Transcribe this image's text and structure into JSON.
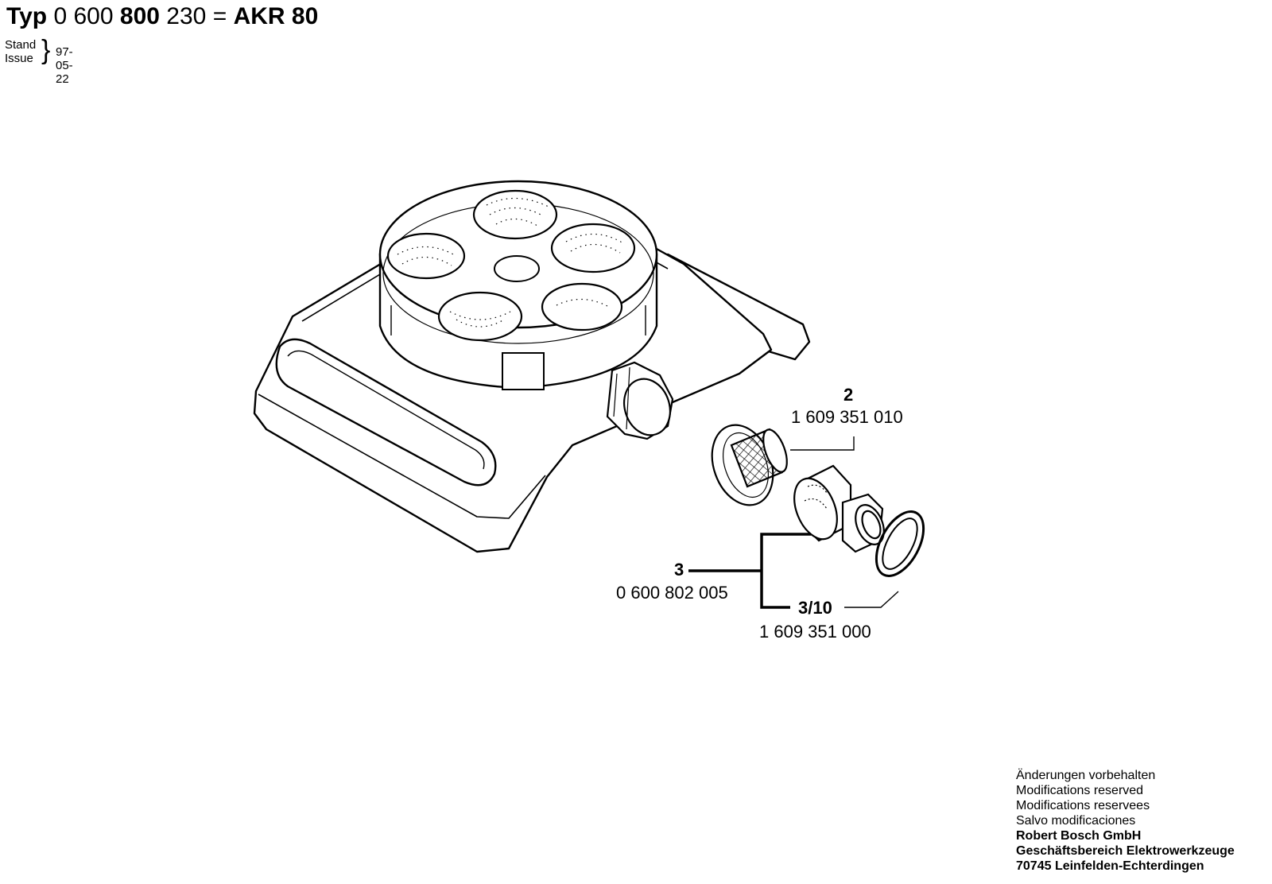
{
  "header": {
    "typ": "Typ",
    "n1": "0",
    "n2": "600",
    "n3": "800",
    "n4": "230",
    "eq": "=",
    "model": "AKR 80"
  },
  "issue": {
    "stand": "Stand",
    "issue": "Issue",
    "date": "97-05-22"
  },
  "parts": [
    {
      "position": "2",
      "part_number": "1 609 351 010"
    },
    {
      "position": "3",
      "part_number": "0 600 802 005"
    },
    {
      "position": "3/10",
      "part_number": "1 609 351 000"
    }
  ],
  "footer": {
    "line1": "Änderungen vorbehalten",
    "line2": "Modifications reserved",
    "line3": "Modifications reservees",
    "line4": "Salvo modificaciones",
    "line5": "Robert Bosch GmbH",
    "line6": "Geschäftsbereich Elektrowerkzeuge",
    "line7": "70745 Leinfelden-Echterdingen"
  }
}
